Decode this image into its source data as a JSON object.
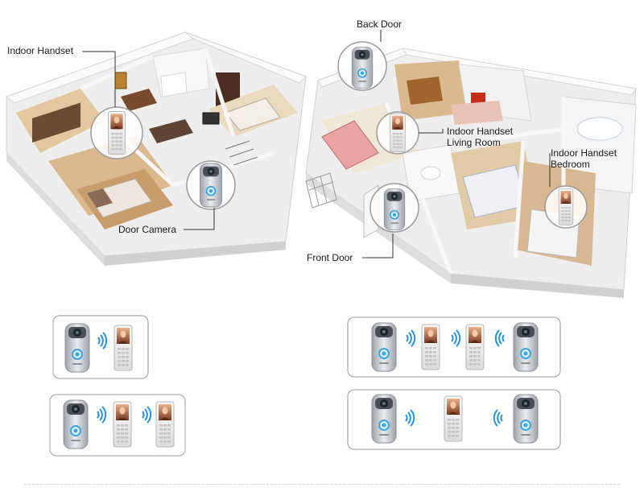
{
  "labels": {
    "indoor_handset": "Indoor Handset",
    "door_camera": "Door Camera",
    "back_door": "Back Door",
    "indoor_handset_living_line1": "Indoor Handset",
    "indoor_handset_living_line2": "Living Room",
    "indoor_handset_bedroom_line1": "Indoor Handset",
    "indoor_handset_bedroom_line2": "Bedroom",
    "front_door": "Front Door"
  },
  "colors": {
    "wall": "#f4f4f4",
    "floor_wood": "#c8925a",
    "floor_light": "#e8d6b8",
    "camera_silver": "#c9cdd2",
    "handset_white": "#f2f2f2",
    "signal_blue": "#2a8fd6",
    "box_border": "#9a9a9a"
  },
  "configurations": [
    {
      "items": [
        "door-camera",
        "signal",
        "indoor-handset"
      ]
    },
    {
      "items": [
        "door-camera",
        "signal",
        "indoor-handset",
        "signal",
        "indoor-handset"
      ]
    },
    {
      "items": [
        "door-camera",
        "signal",
        "indoor-handset",
        "signal",
        "indoor-handset",
        "signal-left",
        "door-camera"
      ]
    },
    {
      "items": [
        "door-camera",
        "signal",
        "indoor-handset",
        "signal-left",
        "door-camera"
      ]
    }
  ]
}
